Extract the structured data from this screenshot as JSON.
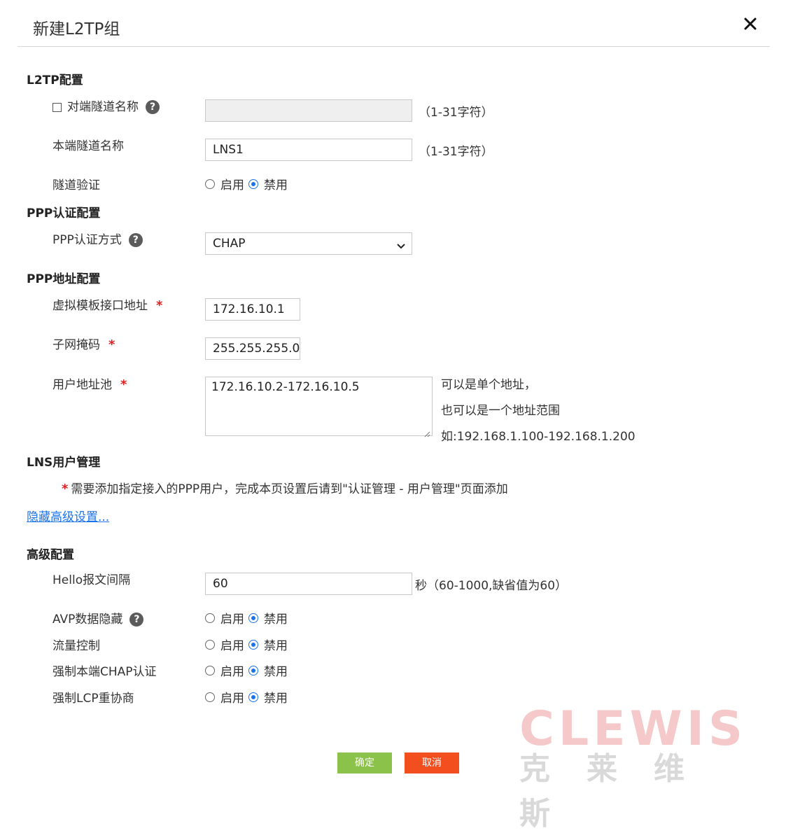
{
  "dialog": {
    "title": "新建L2TP组"
  },
  "l2tp": {
    "section": "L2TP配置",
    "peer_tunnel_label": "对端隧道名称",
    "peer_tunnel_value": "",
    "peer_tunnel_hint": "（1-31字符）",
    "local_tunnel_label": "本端隧道名称",
    "local_tunnel_value": "LNS1",
    "local_tunnel_hint": "（1-31字符）",
    "tunnel_auth_label": "隧道验证"
  },
  "radio": {
    "enable": "启用",
    "disable": "禁用"
  },
  "ppp_auth": {
    "section": "PPP认证配置",
    "method_label": "PPP认证方式",
    "method_value": "CHAP"
  },
  "ppp_addr": {
    "section": "PPP地址配置",
    "vt_label": "虚拟模板接口地址",
    "vt_value": "172.16.10.1",
    "mask_label": "子网掩码",
    "mask_value": "255.255.255.0",
    "pool_label": "用户地址池",
    "pool_value": "172.16.10.2-172.16.10.5",
    "pool_hint1": "可以是单个地址，",
    "pool_hint2": "也可以是一个地址范围",
    "pool_hint3": "如:192.168.1.100-192.168.1.200",
    "required_mark": "*"
  },
  "lns_user": {
    "section": "LNS用户管理",
    "note": "需要添加指定接入的PPP用户，完成本页设置后请到\"认证管理 - 用户管理\"页面添加"
  },
  "advanced_link": "隐藏高级设置...",
  "advanced": {
    "section": "高级配置",
    "hello_label": "Hello报文间隔",
    "hello_value": "60",
    "hello_hint": "秒（60-1000,缺省值为60）",
    "avp_label": "AVP数据隐藏",
    "flow_label": "流量控制",
    "chap_label": "强制本端CHAP认证",
    "lcp_label": "强制LCP重协商"
  },
  "buttons": {
    "ok": "确定",
    "cancel": "取消"
  },
  "watermark": {
    "latin": "CLEWIS",
    "cjk": "克莱维斯"
  },
  "icons": {
    "close": "close-icon",
    "help": "help-icon"
  },
  "colors": {
    "accent": "#1a73e8",
    "ok": "#8bc34a",
    "cancel": "#f24e1e",
    "required": "#e02020"
  }
}
